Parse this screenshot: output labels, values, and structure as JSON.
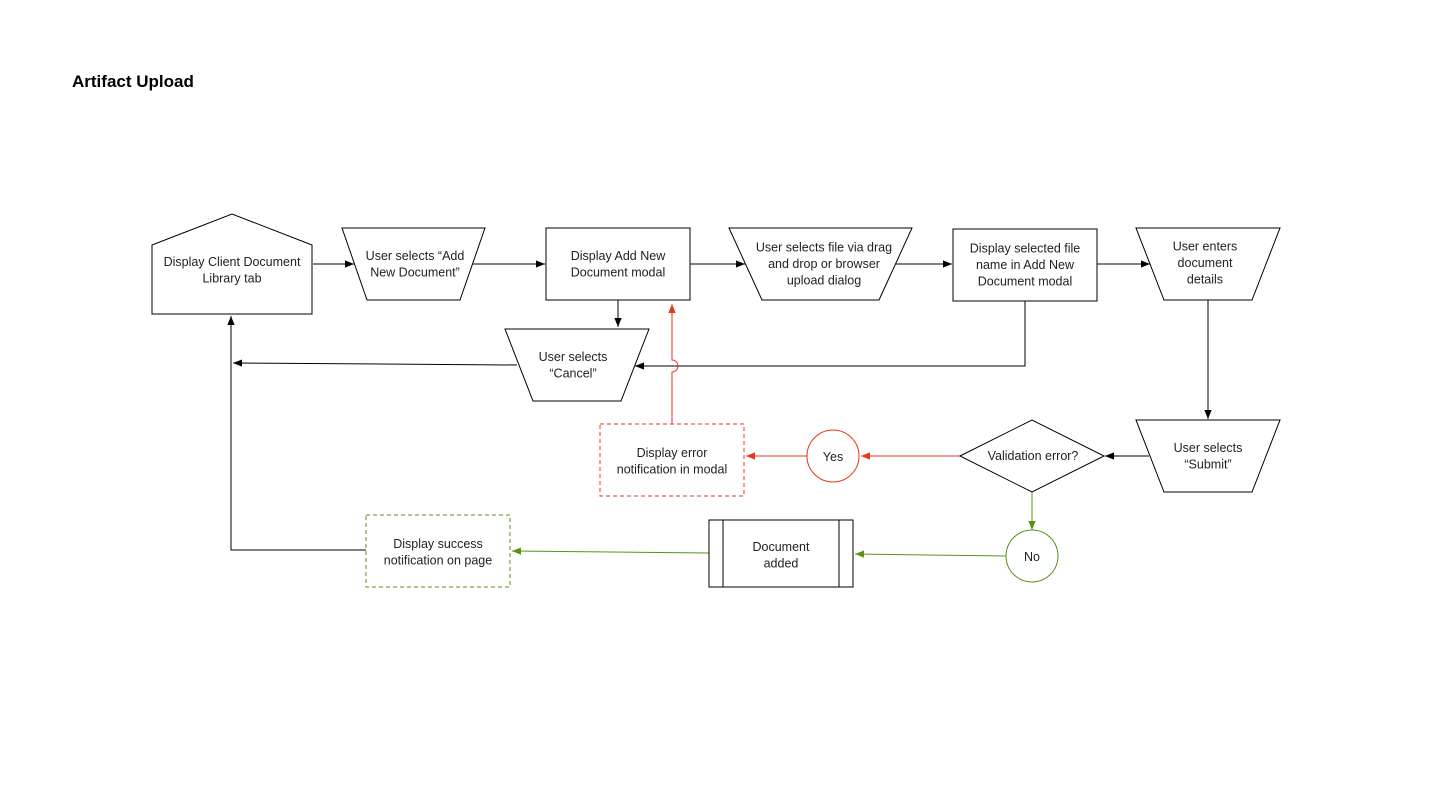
{
  "title": "Artifact Upload",
  "colors": {
    "default": "#000000",
    "error": "#e8361c",
    "success": "#5a9216"
  },
  "nodes": {
    "display_library": [
      "Display Client Document",
      "Library tab"
    ],
    "select_add": [
      "User selects “Add",
      "New Document”"
    ],
    "display_modal": [
      "Display Add New",
      "Document modal"
    ],
    "select_file": [
      "User selects file via drag",
      "and drop or browser",
      "upload dialog"
    ],
    "display_filename": [
      "Display selected file",
      "name in Add New",
      "Document modal"
    ],
    "enter_details": [
      "User enters",
      "document",
      "details"
    ],
    "select_cancel": [
      "User selects",
      "“Cancel”"
    ],
    "select_submit": [
      "User selects",
      "“Submit”"
    ],
    "validation": [
      "Validation error?"
    ],
    "yes": [
      "Yes"
    ],
    "no": [
      "No"
    ],
    "display_error": [
      "Display error",
      "notification in modal"
    ],
    "document_added": [
      "Document",
      "added"
    ],
    "display_success": [
      "Display success",
      "notification on page"
    ]
  }
}
